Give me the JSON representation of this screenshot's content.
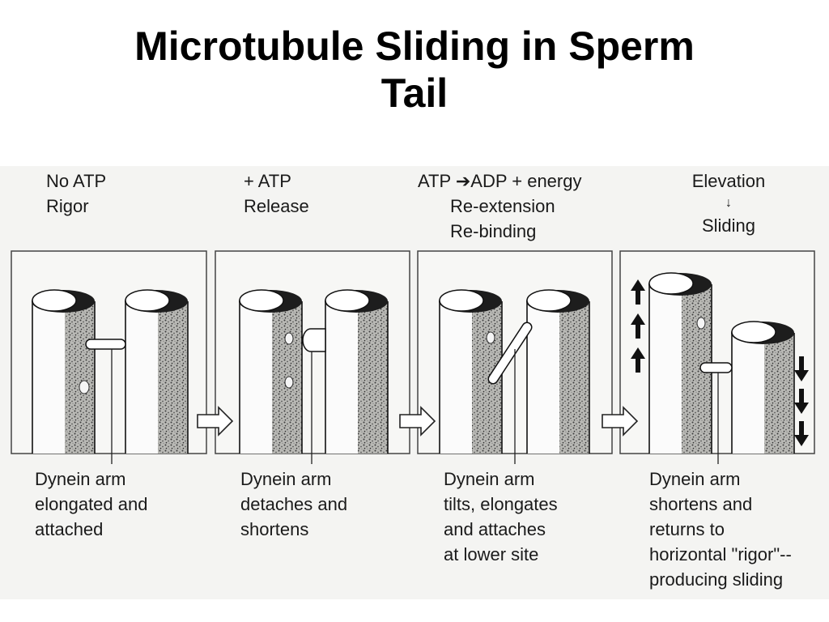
{
  "title": {
    "line1": "Microtubule Sliding in Sperm",
    "line2": "Tail"
  },
  "panels": [
    {
      "header": [
        "No  ATP",
        "Rigor"
      ],
      "caption": [
        "Dynein arm",
        "elongated and",
        "attached"
      ]
    },
    {
      "header": [
        "+ ATP",
        "Release"
      ],
      "caption": [
        "Dynein arm",
        "detaches and",
        "shortens"
      ]
    },
    {
      "header": [
        "ATP ➔ADP + energy",
        "Re-extension",
        "Re-binding"
      ],
      "caption": [
        "Dynein arm",
        "tilts, elongates",
        "and attaches",
        "at lower site"
      ]
    },
    {
      "header": [
        "Elevation",
        "↓",
        "Sliding"
      ],
      "caption": [
        "Dynein arm",
        "shortens and",
        "returns to",
        "horizontal \"rigor\"--",
        "producing sliding"
      ]
    }
  ]
}
